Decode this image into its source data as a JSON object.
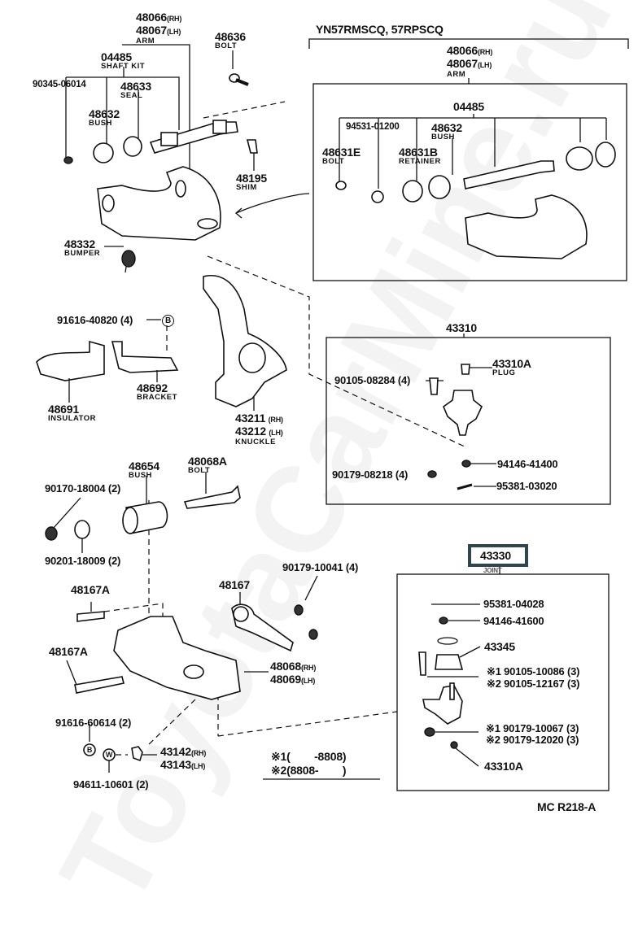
{
  "diagram": {
    "type": "exploded-parts-diagram",
    "subject": "Front suspension upper/lower arm, knuckle and ball joints",
    "watermark": "ToyotaCarMine.ru",
    "code": "MC R218-A",
    "highlighted_part": "43330"
  },
  "top_left": {
    "arm": {
      "num1": "48066",
      "sfx1": "(RH)",
      "num2": "48067",
      "sfx2": "(LH)",
      "name": "ARM"
    },
    "bolt_48636": {
      "num": "48636",
      "name": "BOLT"
    },
    "shaft_kit": {
      "num": "04485",
      "name": "SHAFT KIT"
    },
    "p90345": {
      "num": "90345-06014"
    },
    "seal": {
      "num": "48633",
      "name": "SEAL"
    },
    "bush": {
      "num": "48632",
      "name": "BUSH"
    },
    "shim": {
      "num": "48195",
      "name": "SHIM"
    },
    "bumper": {
      "num": "48332",
      "name": "BUMPER"
    }
  },
  "top_right": {
    "models": "YN57RMSCQ, 57RPSCQ",
    "arm": {
      "num1": "48066",
      "sfx1": "(RH)",
      "num2": "48067",
      "sfx2": "(LH)",
      "name": "ARM"
    },
    "kit": {
      "num": "04485"
    },
    "p94531": {
      "num": "94531-01200"
    },
    "bush": {
      "num": "48632",
      "name": "BUSH"
    },
    "bolt": {
      "num": "48631E",
      "name": "BOLT"
    },
    "retainer": {
      "num": "48631B",
      "name": "RETAINER"
    }
  },
  "middle_left": {
    "p91616": {
      "num": "91616-40820 (4)",
      "mark": "B"
    },
    "insulator": {
      "num": "48691",
      "name": "INSULATOR"
    },
    "bracket": {
      "num": "48692",
      "name": "BRACKET"
    },
    "knuckle": {
      "num1": "43211",
      "sfx1": "(RH)",
      "num2": "43212",
      "sfx2": "(LH)",
      "name": "KNUCKLE"
    }
  },
  "upper_ball_joint": {
    "num": "43310",
    "plug": {
      "num": "43310A",
      "name": "PLUG"
    },
    "bolt": {
      "num": "90105-08284 (4)"
    },
    "nut1": {
      "num": "94146-41400"
    },
    "nut2": {
      "num": "90179-08218 (4)"
    },
    "pin": {
      "num": "95381-03020"
    }
  },
  "lower_left": {
    "bush": {
      "num": "48654",
      "name": "BUSH"
    },
    "bolt": {
      "num": "48068A",
      "name": "BOLT"
    },
    "nut": {
      "num": "90170-18004 (2)"
    },
    "washer": {
      "num": "90201-18009 (2)"
    },
    "nut4": {
      "num": "90179-10041 (4)"
    },
    "bolt_a1": {
      "num": "48167A"
    },
    "strut": {
      "num": "48167"
    },
    "bolt_a2": {
      "num": "48167A"
    },
    "lower_arm": {
      "num1": "48068",
      "sfx1": "(RH)",
      "num2": "48069",
      "sfx2": "(LH)"
    },
    "p91616": {
      "num": "91616-60614 (2)",
      "mark": "B"
    },
    "stopper": {
      "num1": "43142",
      "sfx1": "(RH)",
      "num2": "43143",
      "sfx2": "(LH)"
    },
    "p94611": {
      "num": "94611-10601 (2)",
      "mark": "W"
    }
  },
  "lower_ball_joint": {
    "num": "43330",
    "name": "JOINT",
    "pin": {
      "num": "95381-04028"
    },
    "nut": {
      "num": "94146-41600"
    },
    "boot": {
      "num": "43345"
    },
    "bolt1": {
      "mark": "※1",
      "num": "90105-10086 (3)"
    },
    "bolt2": {
      "mark": "※2",
      "num": "90105-12167 (3)"
    },
    "nut1": {
      "mark": "※1",
      "num": "90179-10067 (3)"
    },
    "nut2": {
      "mark": "※2",
      "num": "90179-12020 (3)"
    },
    "plug": {
      "num": "43310A"
    }
  },
  "legend": {
    "row1": "※1(        -8808)",
    "row2": "※2(8808-        )"
  }
}
